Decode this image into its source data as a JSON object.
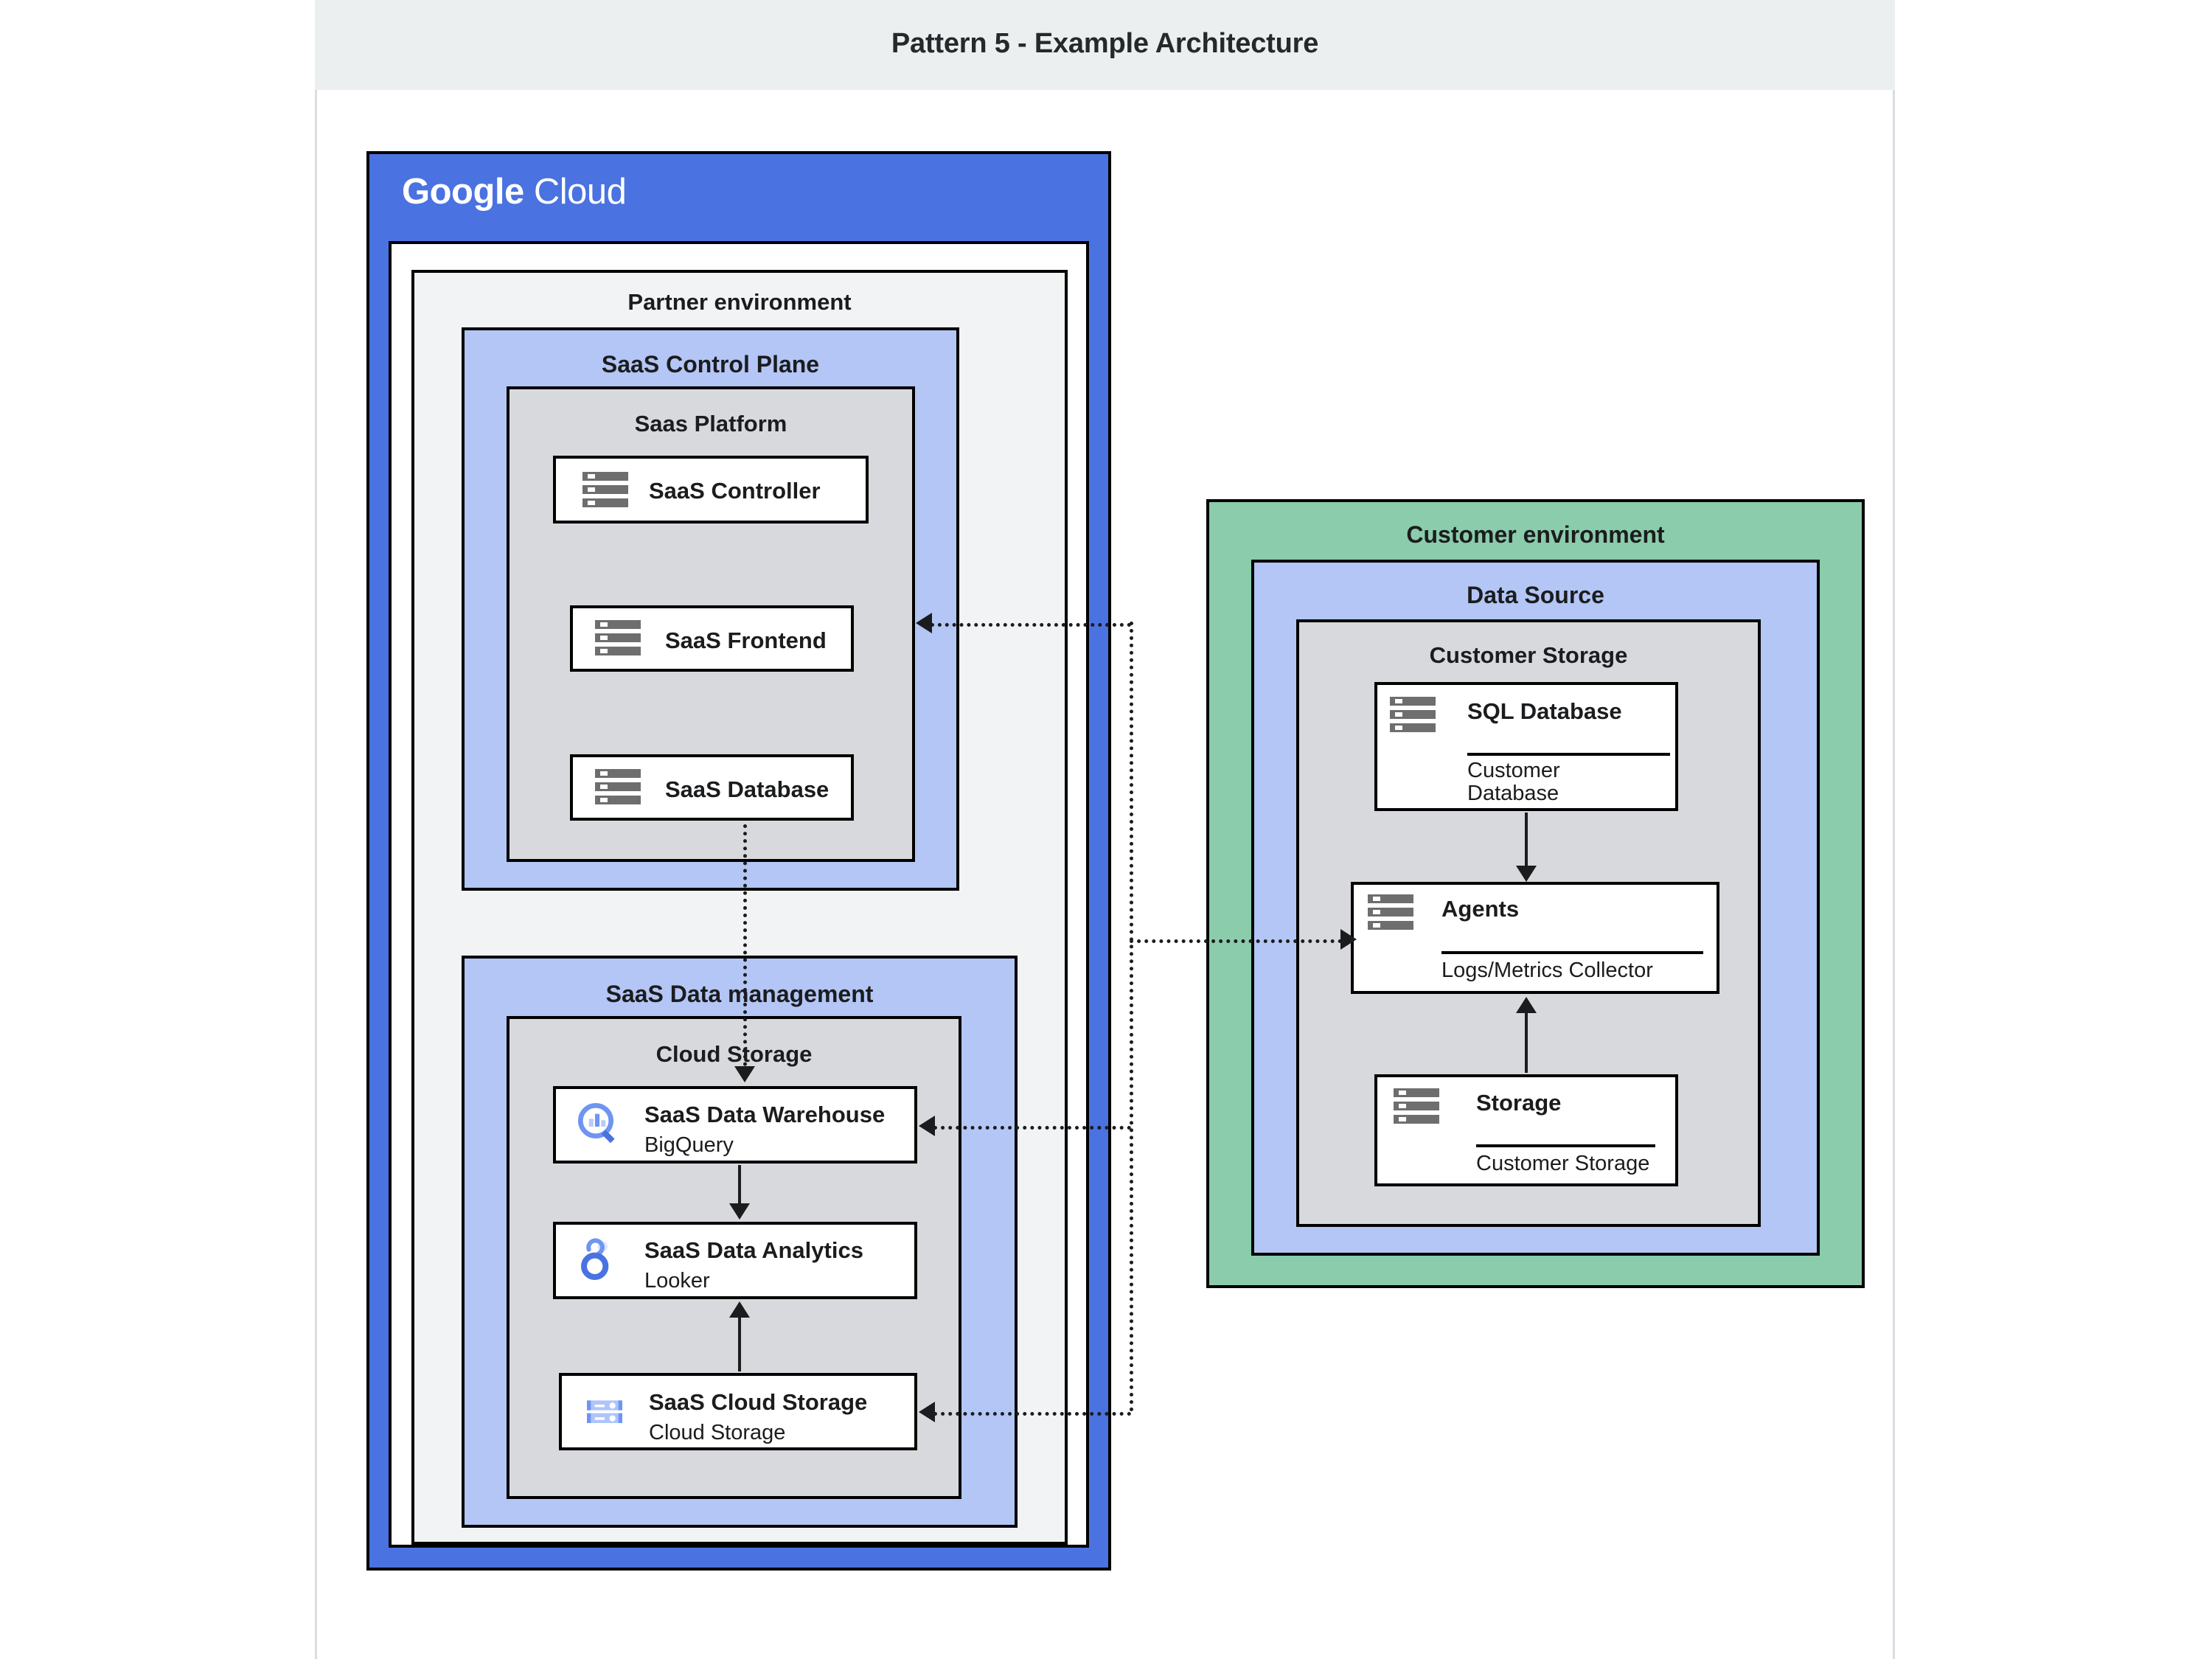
{
  "page": {
    "title": "Pattern 5 - Example Architecture"
  },
  "cloud": {
    "brand_bold": "Google",
    "brand_thin": "Cloud",
    "brand_color": "#4a72e0"
  },
  "partner": {
    "env_label": "Partner environment",
    "control_plane": {
      "label": "SaaS Control Plane",
      "platform": {
        "label": "Saas Platform",
        "nodes": [
          {
            "title": "SaaS Controller",
            "icon": "server-icon"
          },
          {
            "title": "SaaS Frontend",
            "icon": "server-icon"
          },
          {
            "title": "SaaS Database",
            "icon": "server-icon"
          }
        ]
      }
    },
    "data_management": {
      "label": "SaaS Data management",
      "storage": {
        "label": "Cloud Storage",
        "nodes": [
          {
            "title": "SaaS Data Warehouse",
            "subtitle": "BigQuery",
            "icon": "bigquery-icon"
          },
          {
            "title": "SaaS Data Analytics",
            "subtitle": "Looker",
            "icon": "looker-icon"
          },
          {
            "title": "SaaS Cloud Storage",
            "subtitle": "Cloud Storage",
            "icon": "cloud-storage-icon"
          }
        ]
      }
    }
  },
  "customer": {
    "env_label": "Customer environment",
    "data_source": {
      "label": "Data Source",
      "storage": {
        "label": "Customer Storage",
        "nodes": [
          {
            "title": "SQL Database",
            "subtitle": "Customer Database",
            "icon": "server-icon"
          },
          {
            "title": "Agents",
            "subtitle": "Logs/Metrics Collector",
            "icon": "server-icon"
          },
          {
            "title": "Storage",
            "subtitle": "Customer Storage",
            "icon": "server-icon"
          }
        ]
      }
    }
  },
  "colors": {
    "google_blue": "#4a72e0",
    "plane_blue": "#b3c6f5",
    "panel_grey": "#d8d9dc",
    "env_grey": "#f1f3f4",
    "customer_green": "#8accab",
    "icon_grey": "#6e6e6e",
    "accent_blue": "#6e95f2"
  }
}
